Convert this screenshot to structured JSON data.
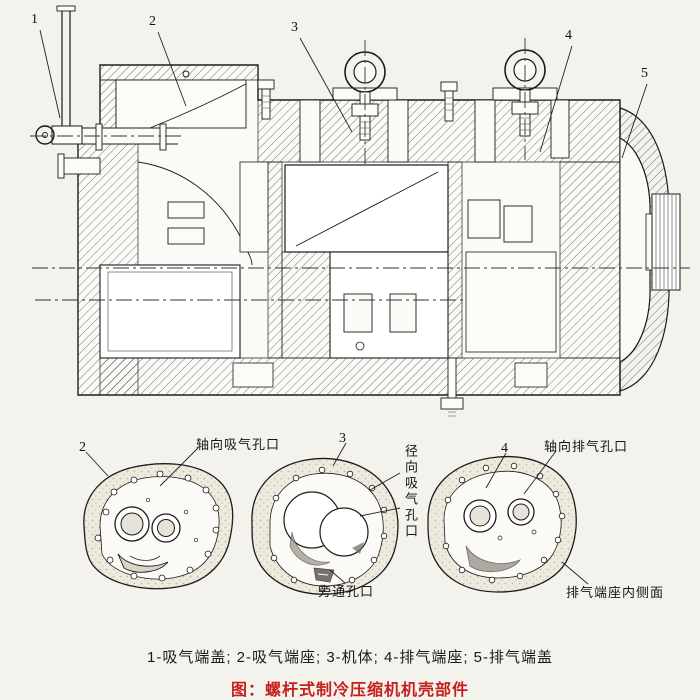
{
  "figure": {
    "legend": "1-吸气端盖; 2-吸气端座; 3-机体; 4-排气端座; 5-排气端盖",
    "title": "图：螺杆式制冷压缩机机壳部件",
    "title_color": "#c4201c",
    "line_color": "#1b1b1b",
    "paper_color": "#f4f2ec"
  },
  "main_drawing": {
    "callouts": [
      {
        "number": "1"
      },
      {
        "number": "2"
      },
      {
        "number": "3"
      },
      {
        "number": "4"
      },
      {
        "number": "5"
      }
    ]
  },
  "detail_views": {
    "suction_end_cover": {
      "number": "2",
      "label_axial_suction_port": "轴向吸气孔口"
    },
    "main_body": {
      "number": "3",
      "label_radial_suction_port": "径向吸气孔口",
      "label_bypass_port": "旁通孔口"
    },
    "discharge_end_seat": {
      "number": "4",
      "label_axial_discharge_port": "轴向排气孔口",
      "label_inner_face": "排气端座内侧面"
    }
  }
}
